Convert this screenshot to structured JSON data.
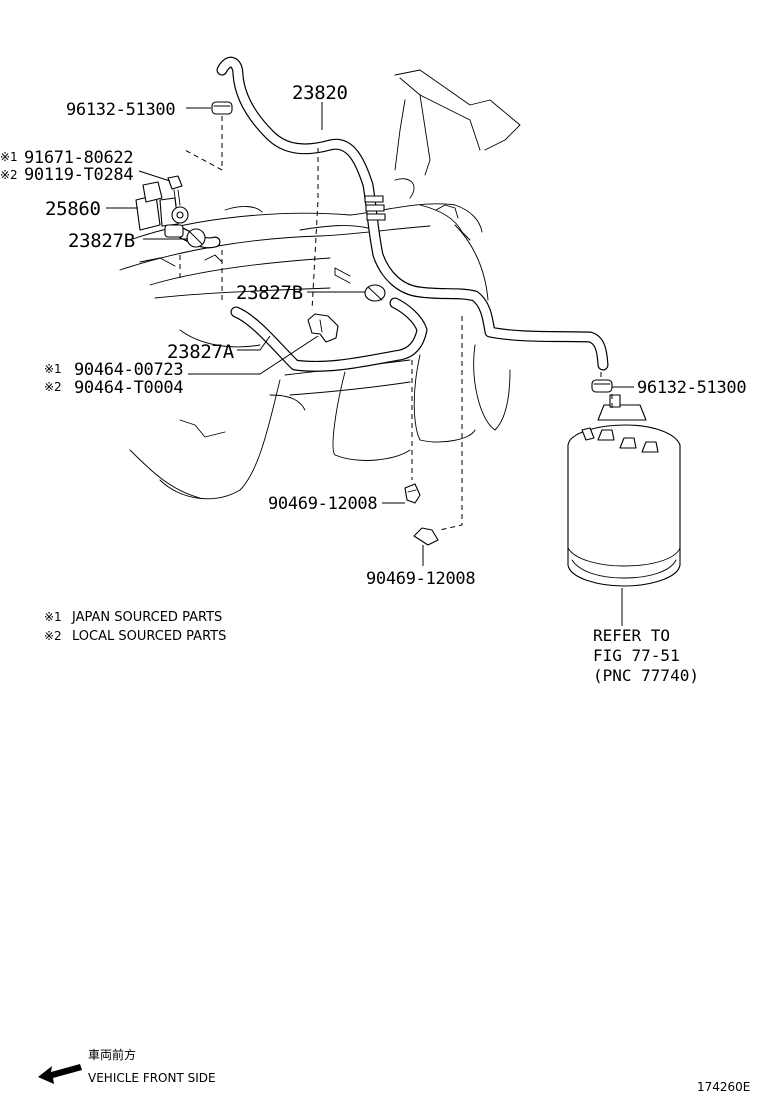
{
  "callouts": {
    "clamp_top": "96132-51300",
    "hose_main": "23820",
    "bolt_jp_mark": "※1",
    "bolt_jp": "91671-80622",
    "bolt_local_mark": "※2",
    "bolt_local": "90119-T0284",
    "vsv": "25860",
    "hose_b_upper": "23827B",
    "hose_b_mid": "23827B",
    "hose_a": "23827A",
    "clamp_jp_mark": "※1",
    "clamp_jp": "90464-00723",
    "clamp_local_mark": "※2",
    "clamp_local": "90464-T0004",
    "clamp_canister": "96132-51300",
    "clip_1": "90469-12008",
    "clip_2": "90469-12008"
  },
  "notes": {
    "japan_mark": "※1",
    "japan": "JAPAN SOURCED PARTS",
    "local_mark": "※2",
    "local": "LOCAL SOURCED PARTS"
  },
  "refer": {
    "line1": "REFER TO",
    "line2": "FIG 77-51",
    "line3": "(PNC 77740)"
  },
  "footer": {
    "front_jp": "車両前方",
    "front_en": "VEHICLE FRONT SIDE",
    "figure_id": "174260E"
  }
}
